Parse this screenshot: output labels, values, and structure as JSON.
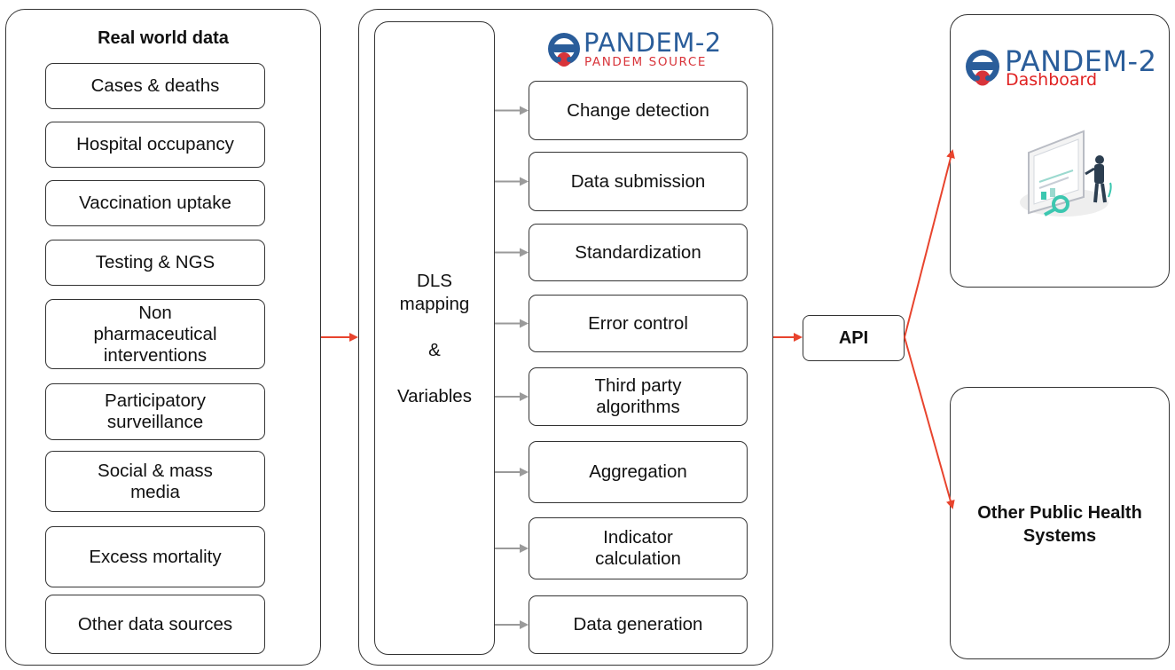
{
  "real_world": {
    "title": "Real world data",
    "items": [
      "Cases & deaths",
      "Hospital occupancy",
      "Vaccination uptake",
      "Testing & NGS",
      "Non\npharmaceutical\ninterventions",
      "Participatory\nsurveillance",
      "Social & mass\nmedia",
      "Excess mortality",
      "Other data sources"
    ]
  },
  "source": {
    "logo_name": "PANDEM-2",
    "logo_sub": "PANDEM SOURCE",
    "dls_lines": [
      "DLS",
      "mapping",
      "",
      "&",
      "",
      "Variables"
    ],
    "steps": [
      "Change detection",
      "Data submission",
      "Standardization",
      "Error control",
      "Third party\nalgorithms",
      "Aggregation",
      "Indicator\ncalculation",
      "Data generation"
    ]
  },
  "api": {
    "label": "API"
  },
  "dashboard": {
    "logo_name": "PANDEM-2",
    "logo_sub": "Dashboard"
  },
  "other_systems": {
    "label": "Other Public Health\nSystems"
  },
  "colors": {
    "arrow_red": "#e8442e",
    "arrow_gray": "#9a9a9a",
    "logo_blue": "#2a5d9a",
    "logo_red": "#d8343a",
    "illustration_teal": "#3cc7b0"
  },
  "icons": [
    "gas-mask-logo-icon",
    "dashboard-illustration-icon"
  ]
}
